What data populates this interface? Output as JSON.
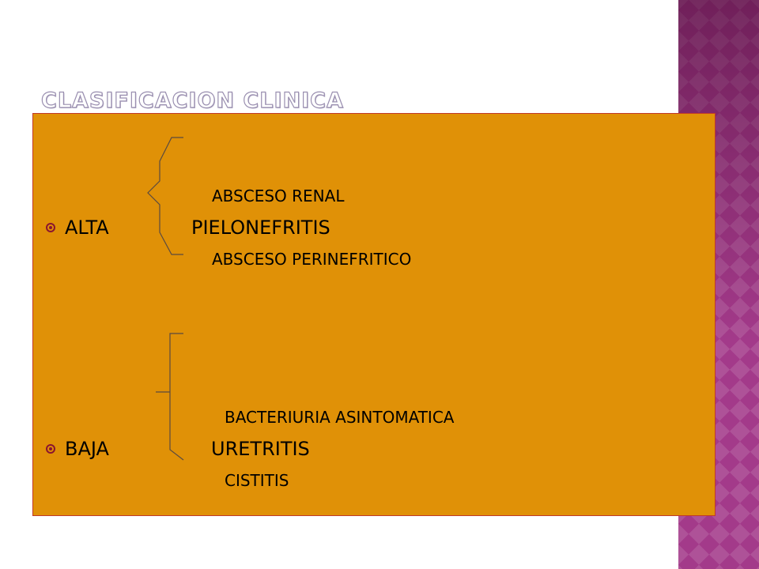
{
  "slide": {
    "title": "CLASIFICACION CLINICA"
  },
  "groups": [
    {
      "label": "ALTA",
      "items": [
        "ABSCESO RENAL",
        "PIELONEFRITIS",
        "ABSCESO PERINEFRITICO"
      ]
    },
    {
      "label": "BAJA",
      "items": [
        "BACTERIURIA ASINTOMATICA",
        "URETRITIS",
        "CISTITIS"
      ]
    }
  ],
  "colors": {
    "box": "#e09107",
    "box_border": "#c0392b",
    "bullet": "#8a1530",
    "side_band": "#a33a8a"
  }
}
